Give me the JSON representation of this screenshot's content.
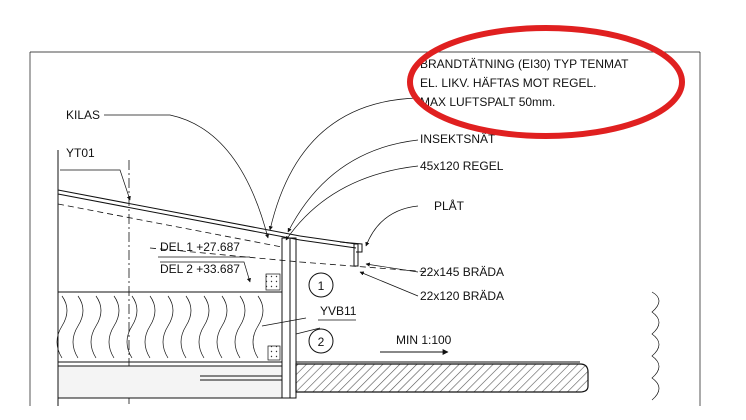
{
  "labels": {
    "fire_seal_line1": "BRANDTÄTNING (EI30) TYP TENMAT",
    "fire_seal_line2": "EL. LIKV. HÄFTAS MOT REGEL.",
    "fire_seal_line3": "MAX LUFTSPALT 50mm.",
    "kilas": "KILAS",
    "yt01": "YT01",
    "insektsnat": "INSEKTSNÄT",
    "regel": "45x120 REGEL",
    "plat": "PLÅT",
    "del1": "DEL 1 +27.687",
    "del2": "DEL 2 +33.687",
    "brada1": "22x145 BRÄDA",
    "brada2": "22x120 BRÄDA",
    "yvb11": "YVB11",
    "min_slope": "MIN 1:100",
    "marker1": "1",
    "marker2": "2"
  },
  "colors": {
    "callout": "#e02020",
    "line": "#111111",
    "concrete_hatch": "#777777"
  }
}
